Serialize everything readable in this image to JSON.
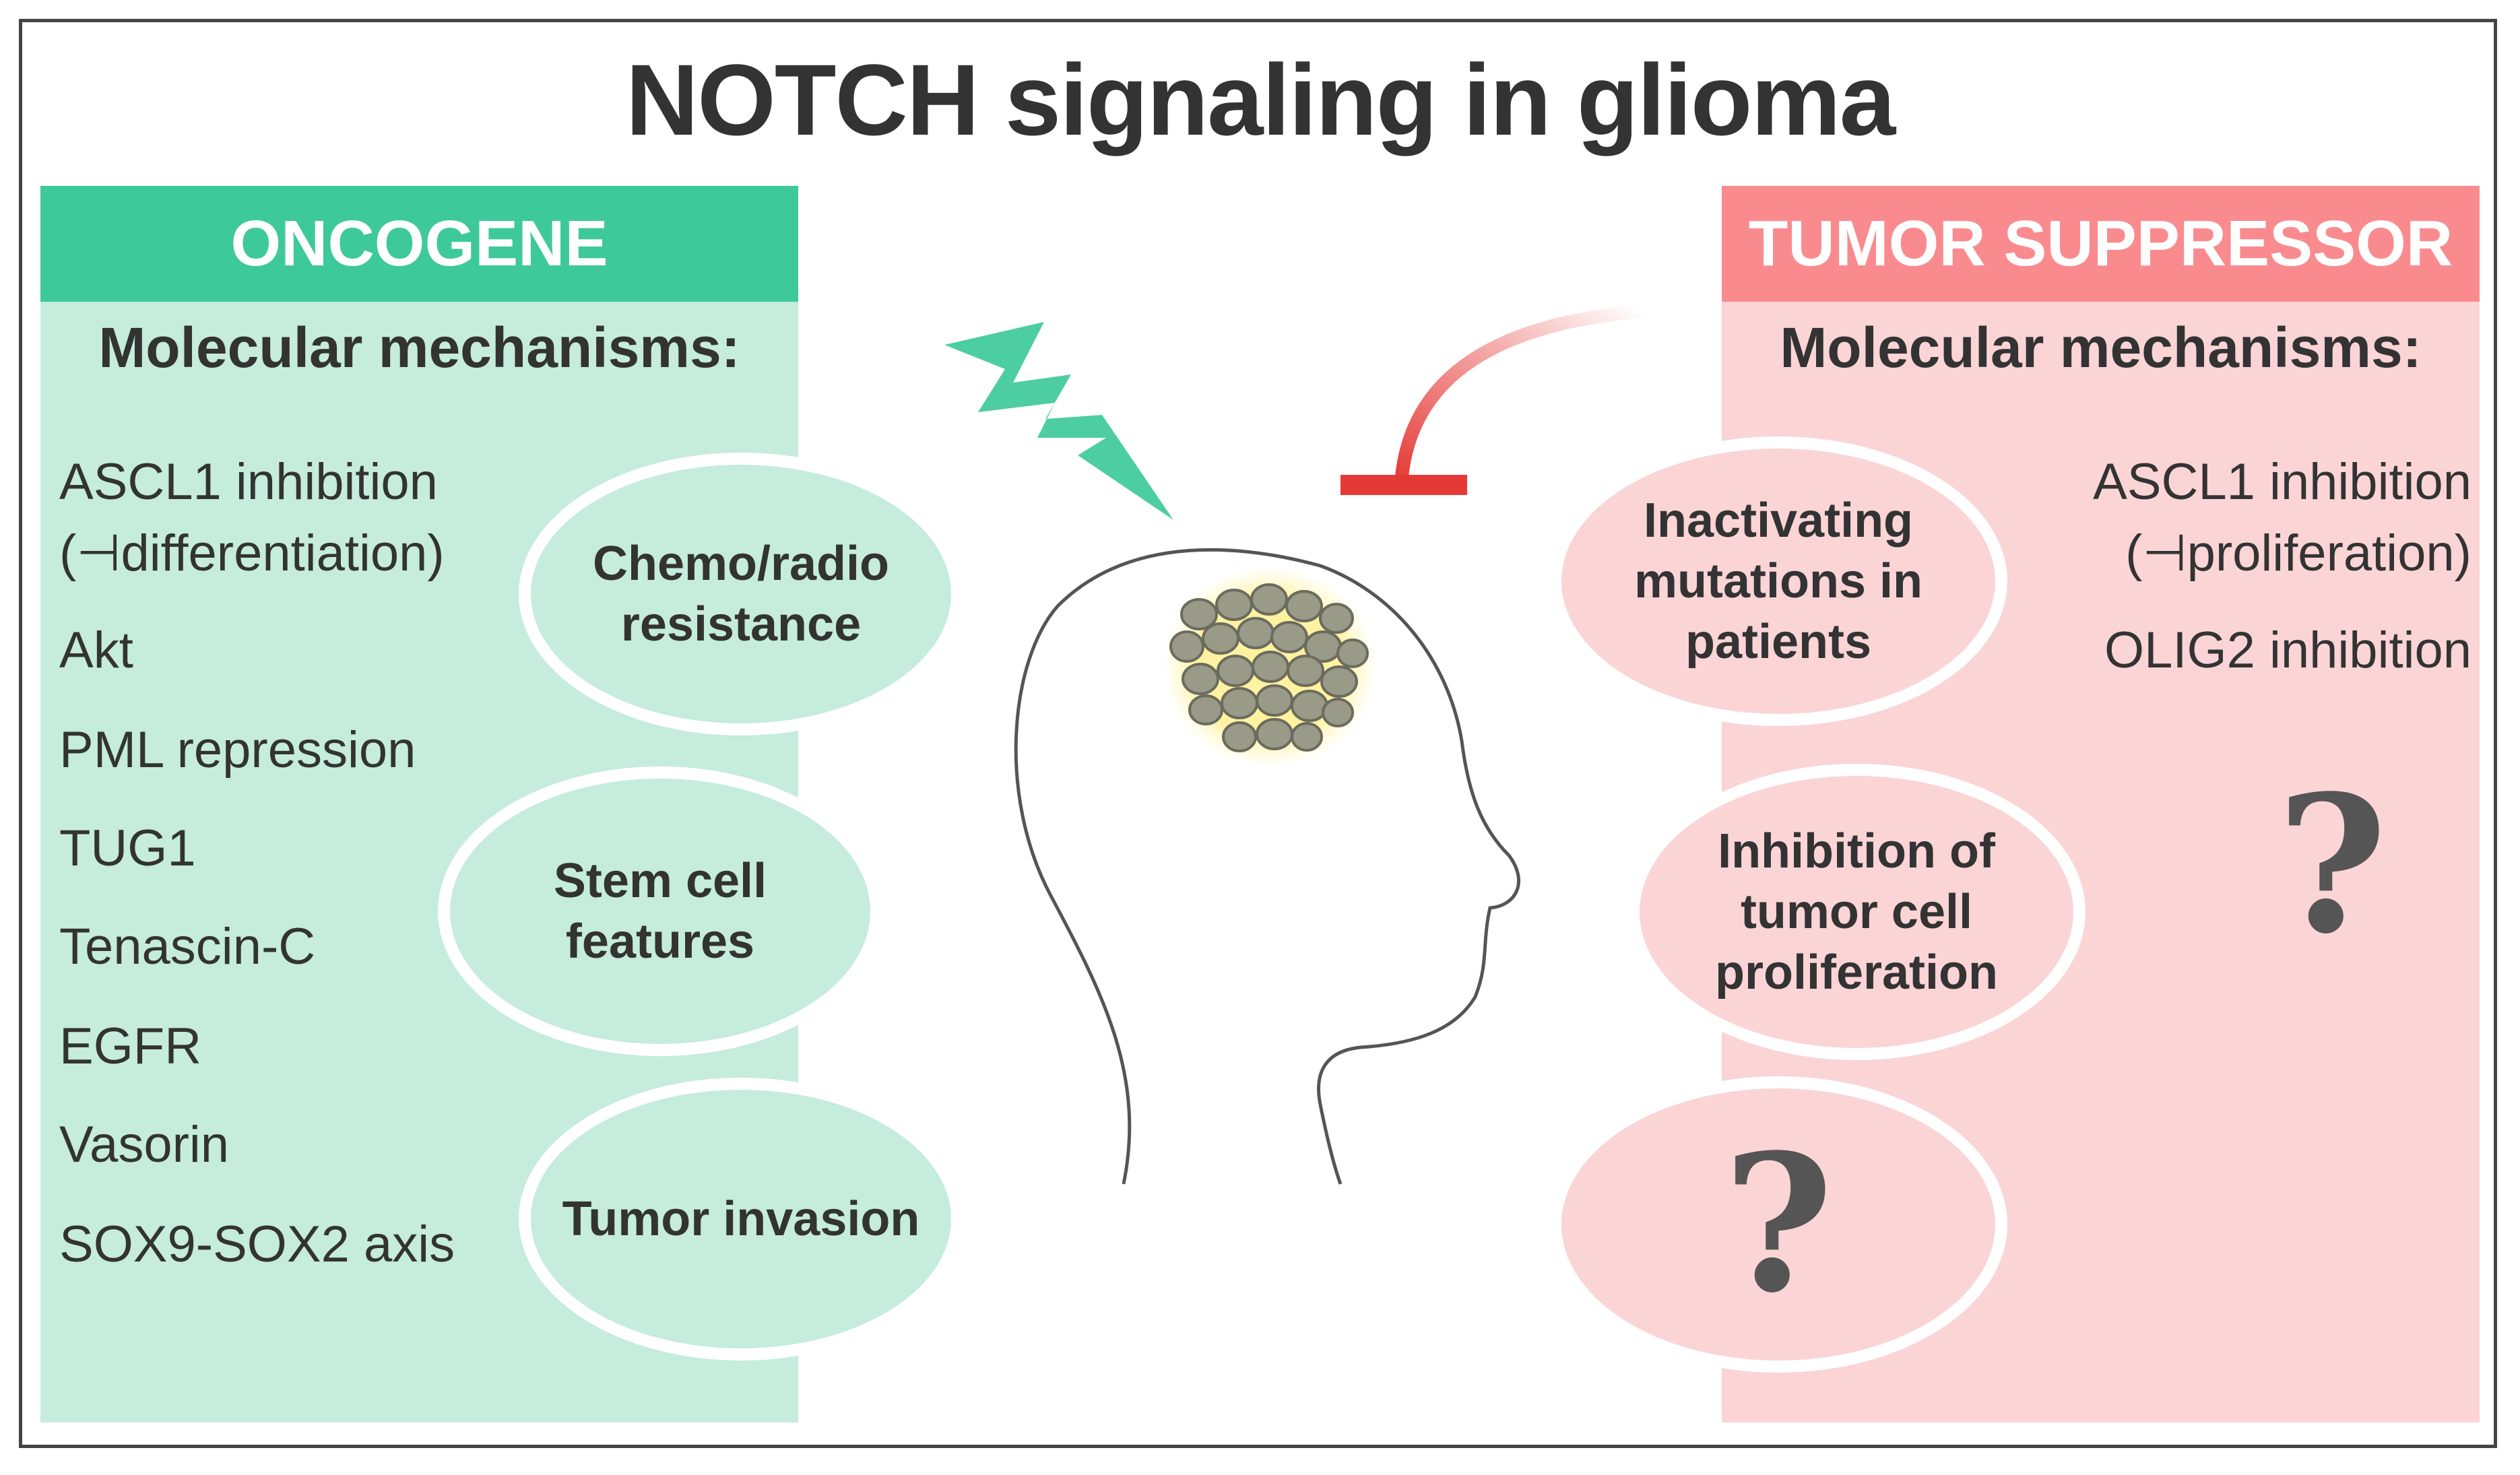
{
  "title": "NOTCH signaling in glioma",
  "oncogene": {
    "header": "ONCOGENE",
    "subtitle": "Molecular mechanisms:",
    "items": [
      "ASCL1 inhibition",
      "(⊣differentiation)",
      "Akt",
      "PML repression",
      "TUG1",
      "Tenascin-C",
      "EGFR",
      "Vasorin",
      "SOX9-SOX2 axis"
    ],
    "effects": [
      "Chemo/radio\nresistance",
      "Stem cell\nfeatures",
      "Tumor invasion"
    ]
  },
  "suppressor": {
    "header": "TUMOR SUPPRESSOR",
    "subtitle": "Molecular mechanisms:",
    "items": [
      "ASCL1 inhibition",
      "(⊣proliferation)",
      "OLIG2 inhibition"
    ],
    "unknown_mark": "?",
    "effects": [
      "Inactivating\nmutations in\npatients",
      "Inhibition of\ntumor cell\nproliferation",
      "?"
    ]
  },
  "colors": {
    "oncogene_header": "#3ec99a",
    "oncogene_panel": "#c5ecdc",
    "suppressor_header": "#f98b8f",
    "suppressor_panel": "#fbd4d6",
    "inhibitor_arrow": "#e53935",
    "lightning": "#3ec99a",
    "tumor": "#9a9a88"
  },
  "icons": [
    "lightning-bolt-icon",
    "inhibition-arrow-icon",
    "head-outline-icon",
    "tumor-cells-icon"
  ]
}
